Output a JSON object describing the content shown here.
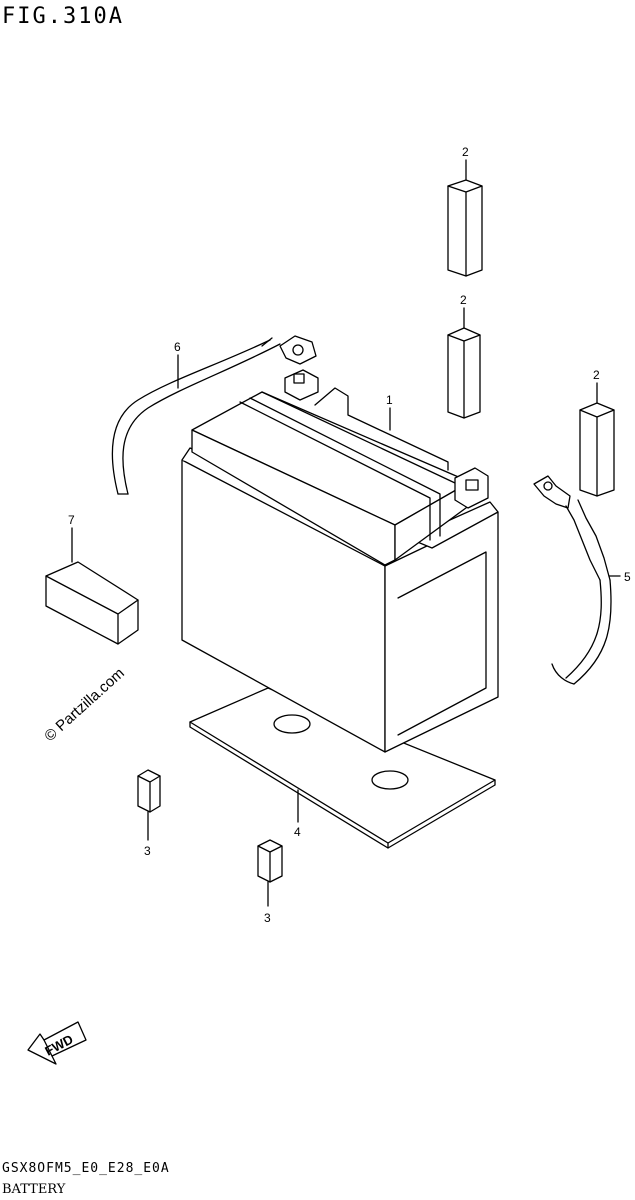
{
  "figure": {
    "title": "FIG.310A"
  },
  "watermark": "© Partzilla.com",
  "fwd_label": "FWD",
  "callouts": {
    "battery": "1",
    "cover_a": "2",
    "cover_b": "2",
    "cover_c": "2",
    "cushion_a": "3",
    "cushion_b": "3",
    "plate": "4",
    "cable_minus": "5",
    "cable_plus": "6",
    "spacer": "7"
  },
  "footer": {
    "model_code": "GSX8OFM5_E0_E28_E0A",
    "section_name": "BATTERY"
  }
}
